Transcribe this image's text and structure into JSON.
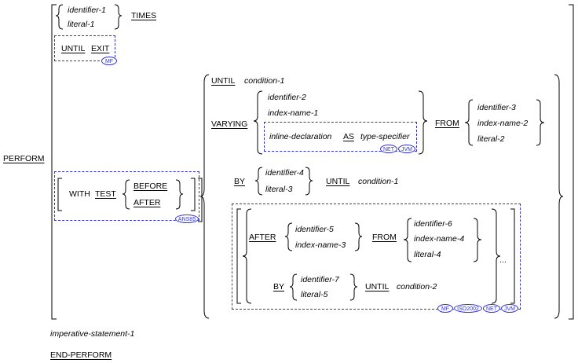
{
  "syntax": {
    "perform": "PERFORM",
    "identifier_1": "identifier-1",
    "literal_1": "literal-1",
    "times": "TIMES",
    "until": "UNTIL",
    "exit": "EXIT",
    "with": "WITH",
    "test": "TEST",
    "before": "BEFORE",
    "after": "AFTER",
    "condition_1": "condition-1",
    "varying": "VARYING",
    "identifier_2": "identifier-2",
    "index_name_1": "index-name-1",
    "inline_declaration": "inline-declaration",
    "as": "AS",
    "type_specifier": "type-specifier",
    "from": "FROM",
    "identifier_3": "identifier-3",
    "index_name_2": "index-name-2",
    "literal_2": "literal-2",
    "by": "BY",
    "identifier_4": "identifier-4",
    "literal_3": "literal-3",
    "identifier_5": "identifier-5",
    "index_name_3": "index-name-3",
    "identifier_6": "identifier-6",
    "index_name_4": "index-name-4",
    "literal_4": "literal-4",
    "identifier_7": "identifier-7",
    "literal_5": "literal-5",
    "condition_2": "condition-2",
    "ellipsis": "...",
    "imperative_statement_1": "imperative-statement-1",
    "end_perform": "END-PERFORM"
  },
  "badges": {
    "mf": "MF",
    "net": "NET",
    "jvm": "JVM",
    "ansi85": "ANS85",
    "iso2002": "ISO2002"
  },
  "colors": {
    "badge_blue": "#3333cc",
    "text": "#000000"
  }
}
